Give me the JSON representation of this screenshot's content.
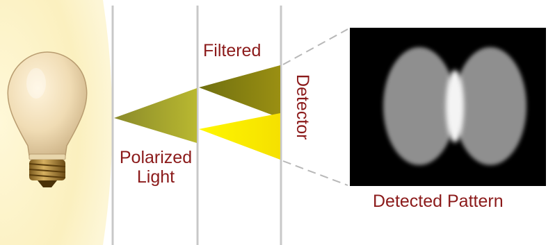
{
  "labels": {
    "polarized_line1": "Polarized",
    "polarized_line2": "Light",
    "filtered": "Filtered",
    "detector": "Detector",
    "detected_pattern": "Detected Pattern"
  },
  "colors": {
    "label_text": "#8b1a1a",
    "glow": "#fdf3c4",
    "divider": "#c8c8c8",
    "olive_beam": "#9a9a2a",
    "yellow_beam": "#f2e600",
    "pattern_bg": "#000000",
    "lobe": "#8f8f8f"
  },
  "icons": {
    "source": "light-bulb-icon"
  }
}
